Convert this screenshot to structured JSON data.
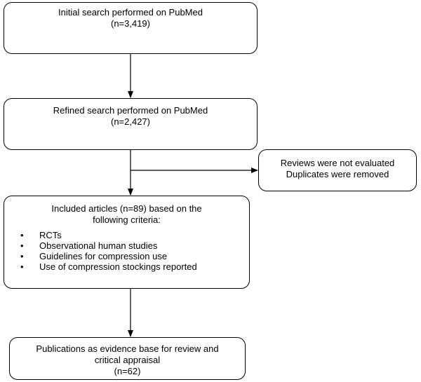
{
  "boxes": {
    "initial": {
      "line1": "Initial search performed on PubMed",
      "line2": "(n=3,419)"
    },
    "refined": {
      "line1": "Refined search performed on PubMed",
      "line2": "(n=2,427)"
    },
    "excluded": {
      "line1": "Reviews were not evaluated",
      "line2": "Duplicates were removed"
    },
    "included": {
      "line1": "Included articles (n=89) based on the",
      "line2": "following criteria:",
      "criteria": [
        "RCTs",
        "Observational human studies",
        "Guidelines for compression use",
        "Use of compression stockings reported"
      ],
      "bullet": "•"
    },
    "final": {
      "line1": "Publications as evidence base for review and",
      "line2": "critical appraisal",
      "line3": "(n=62)"
    }
  },
  "colors": {
    "stroke": "#000000",
    "background": "#ffffff"
  }
}
